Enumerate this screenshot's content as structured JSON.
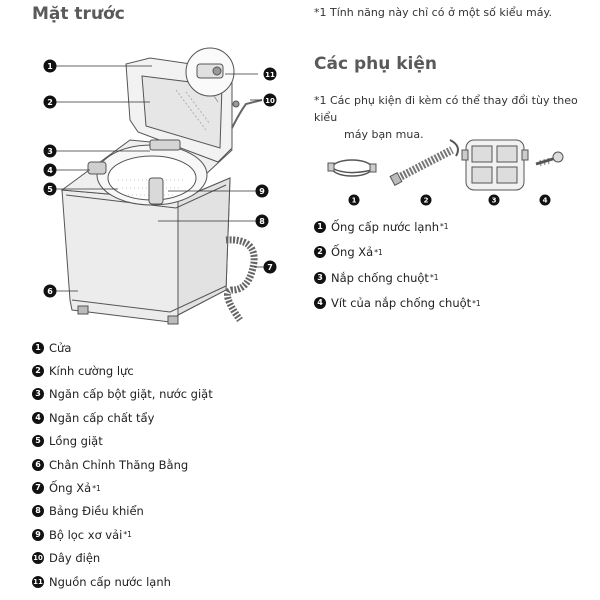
{
  "front_title": "Mặt trước",
  "top_note": "*1 Tính năng này chỉ có ở một số kiểu máy.",
  "accessories_title": "Các phụ kiện",
  "accessories_note_line1": "*1 Các phụ kiện đi kèm có thể thay đổi tùy theo kiểu",
  "accessories_note_line2": "máy bạn mua.",
  "parts": [
    {
      "num": "1",
      "label": "Cửa",
      "sup": ""
    },
    {
      "num": "2",
      "label": "Kính cường lực",
      "sup": ""
    },
    {
      "num": "3",
      "label": "Ngăn cấp bột giặt, nước giặt",
      "sup": ""
    },
    {
      "num": "4",
      "label": "Ngăn cấp chất tẩy",
      "sup": ""
    },
    {
      "num": "5",
      "label": "Lồng giặt",
      "sup": ""
    },
    {
      "num": "6",
      "label": "Chân Chỉnh Thăng Bằng",
      "sup": ""
    },
    {
      "num": "7",
      "label": "Ống Xả",
      "sup": "*1"
    },
    {
      "num": "8",
      "label": "Bảng Điều khiển",
      "sup": ""
    },
    {
      "num": "9",
      "label": "Bộ lọc xơ vải",
      "sup": "*1"
    },
    {
      "num": "10",
      "label": "Dây điện",
      "sup": ""
    },
    {
      "num": "11",
      "label": "Nguồn cấp nước lạnh",
      "sup": ""
    }
  ],
  "accessories": [
    {
      "num": "1",
      "label": "Ống cấp nước lạnh",
      "sup": "*1"
    },
    {
      "num": "2",
      "label": "Ống Xả",
      "sup": "*1"
    },
    {
      "num": "3",
      "label": "Nắp chống chuột",
      "sup": "*1"
    },
    {
      "num": "4",
      "label": "Vít của nắp chống chuột",
      "sup": "*1"
    }
  ],
  "diagram_callouts": [
    "1",
    "2",
    "3",
    "4",
    "5",
    "6",
    "7",
    "8",
    "9",
    "10",
    "11"
  ],
  "accessory_callouts": [
    "1",
    "2",
    "3",
    "4"
  ],
  "colors": {
    "callout_fill": "#111111",
    "heading": "#5a5a5a",
    "line_art": "#555555"
  }
}
